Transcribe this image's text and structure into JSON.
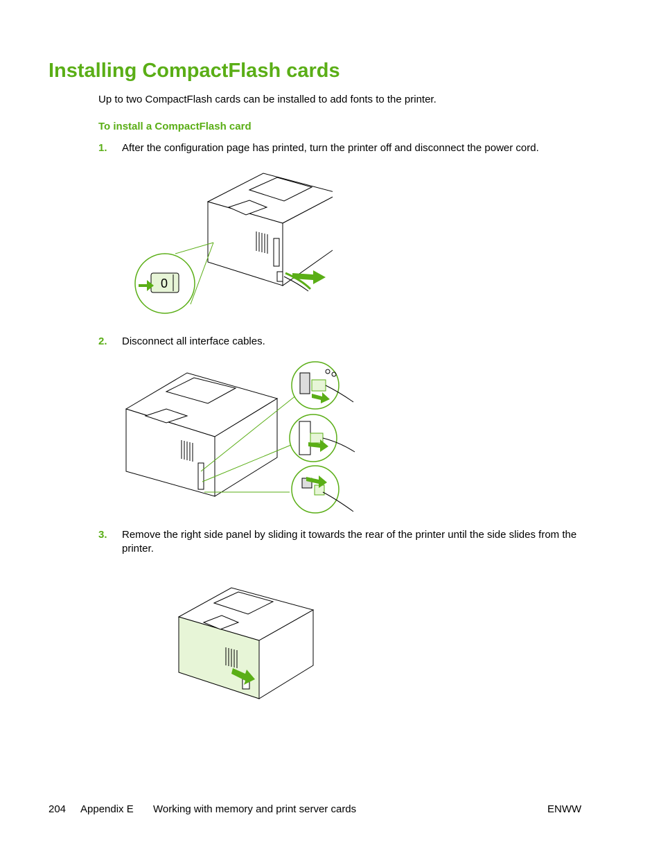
{
  "page": {
    "title": "Installing CompactFlash cards",
    "intro": "Up to two CompactFlash cards can be installed to add fonts to the printer.",
    "subheading": "To install a CompactFlash card"
  },
  "steps": [
    {
      "number": "1.",
      "text": "After the configuration page has printed, turn the printer off and disconnect the power cord."
    },
    {
      "number": "2.",
      "text": "Disconnect all interface cables."
    },
    {
      "number": "3.",
      "text": "Remove the right side panel by sliding it towards the rear of the printer until the side slides from the printer."
    }
  ],
  "footer": {
    "page_number": "204",
    "section": "Appendix E",
    "chapter": "Working with memory and print server cards",
    "doc_code": "ENWW"
  },
  "colors": {
    "accent": "#5aae16",
    "line": "#000000",
    "highlight_panel": "#e7f5d7"
  },
  "icons": [
    "power-switch-icon",
    "network-icon"
  ]
}
